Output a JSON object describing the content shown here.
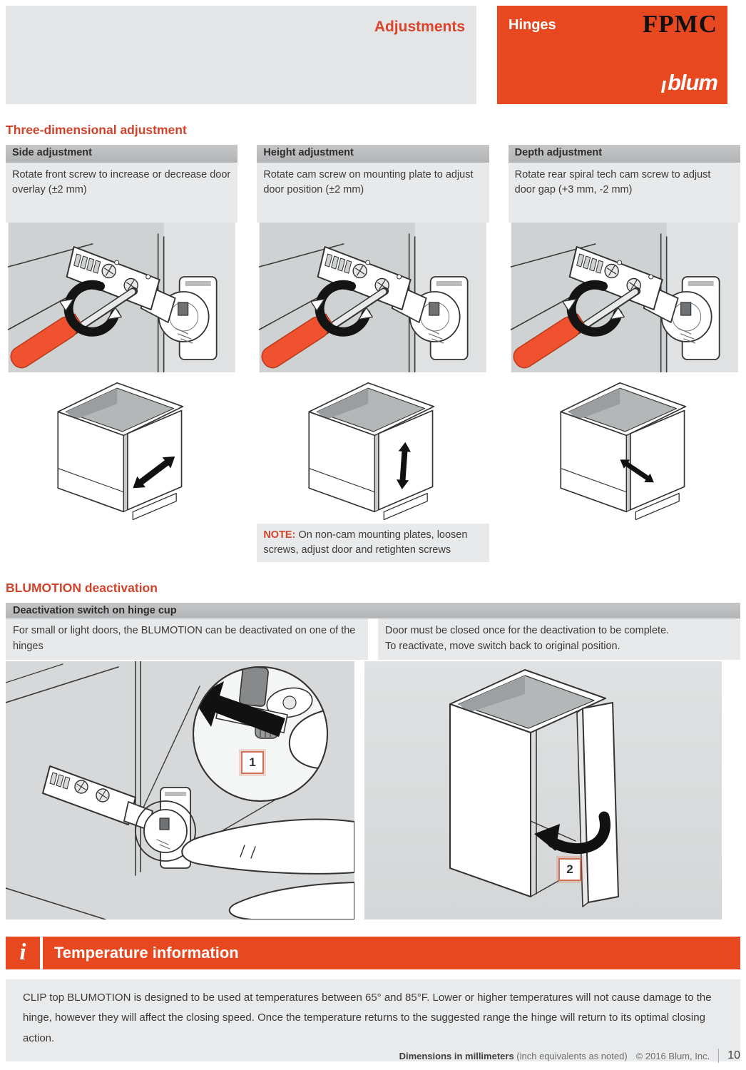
{
  "header": {
    "section_label": "Adjustments",
    "category": "Hinges",
    "brand_code": "FPMC",
    "logo": "blum"
  },
  "three_dim": {
    "title": "Three-dimensional adjustment",
    "columns": [
      {
        "header": "Side adjustment",
        "body": "Rotate front screw to increase or decrease door overlay (±2 mm)"
      },
      {
        "header": "Height adjustment",
        "body": "Rotate cam screw on mounting plate to adjust door position (±2 mm)",
        "note_label": "NOTE:",
        "note_text": " On non-cam mounting plates, loosen screws, adjust door and retighten screws"
      },
      {
        "header": "Depth adjustment",
        "body": "Rotate rear spiral tech cam screw to adjust door gap (+3 mm, -2 mm)"
      }
    ]
  },
  "blumotion": {
    "title": "BLUMOTION deactivation",
    "bar": "Deactivation switch on hinge cup",
    "left_text": "For small or light doors, the BLUMOTION can be deactivated on one of the hinges",
    "right_line1": "Door must be closed once for the deactivation to be complete.",
    "right_line2": "To reactivate, move switch back to original position.",
    "step1": "1",
    "step2": "2"
  },
  "temperature": {
    "icon": "i",
    "title": "Temperature information",
    "body": "CLIP top BLUMOTION is designed to be used at temperatures between 65° and 85°F.  Lower or higher temperatures will not cause damage to the hinge, however they will affect the closing speed. Once the temperature returns to the suggested range the hinge will return to its optimal closing action."
  },
  "footer": {
    "dimensions_bold": "Dimensions in millimeters",
    "dimensions_note": " (inch equivalents as noted)",
    "copyright": "© 2016 Blum, Inc.",
    "page_number": "10"
  },
  "colors": {
    "accent_orange": "#e8481f",
    "heading_red": "#d0432a"
  }
}
